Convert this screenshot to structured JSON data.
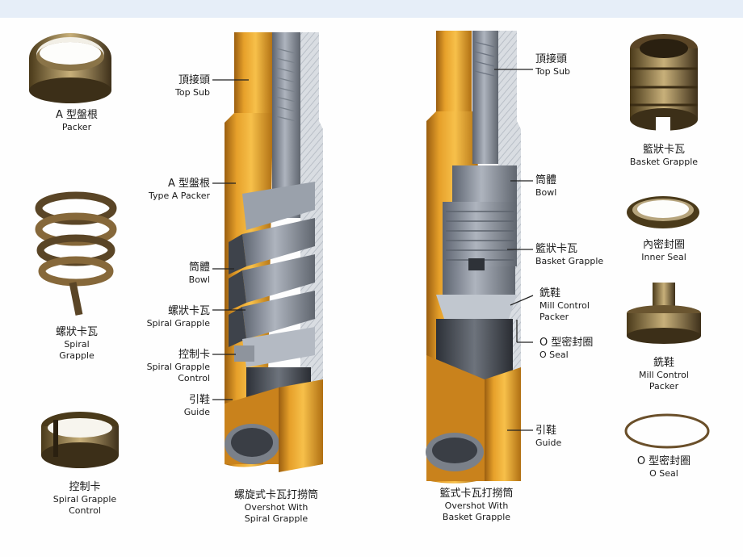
{
  "parts_left": [
    {
      "zh": "A 型盤根",
      "en": [
        "Packer"
      ]
    },
    {
      "zh": "螺狀卡瓦",
      "en": [
        "Spiral",
        "Grapple"
      ]
    },
    {
      "zh": "控制卡",
      "en": [
        "Spiral Grapple",
        "Control"
      ]
    }
  ],
  "overshot_spiral": {
    "title_zh": "螺旋式卡瓦打撈筒",
    "title_en": [
      "Overshot With",
      "Spiral Grapple"
    ],
    "callouts": [
      {
        "zh": "頂接頭",
        "en": [
          "Top Sub"
        ]
      },
      {
        "zh": "A 型盤根",
        "en": [
          "Type A Packer"
        ]
      },
      {
        "zh": "筒體",
        "en": [
          "Bowl"
        ]
      },
      {
        "zh": "螺狀卡瓦",
        "en": [
          "Spiral Grapple"
        ]
      },
      {
        "zh": "控制卡",
        "en": [
          "Spiral Grapple",
          "Control"
        ]
      },
      {
        "zh": "引鞋",
        "en": [
          "Guide"
        ]
      }
    ]
  },
  "overshot_basket": {
    "title_zh": "籃式卡瓦打撈筒",
    "title_en": [
      "Overshot With",
      "Basket Grapple"
    ],
    "callouts": [
      {
        "zh": "頂接頭",
        "en": [
          "Top Sub"
        ]
      },
      {
        "zh": "筒體",
        "en": [
          "Bowl"
        ]
      },
      {
        "zh": "籃狀卡瓦",
        "en": [
          "Basket Grapple"
        ]
      },
      {
        "zh": "銑鞋",
        "en": [
          "Mill Control",
          "Packer"
        ]
      },
      {
        "zh": "O 型密封圈",
        "en": [
          "O Seal"
        ]
      },
      {
        "zh": "引鞋",
        "en": [
          "Guide"
        ]
      }
    ]
  },
  "parts_right": [
    {
      "zh": "籃狀卡瓦",
      "en": [
        "Basket Grapple"
      ]
    },
    {
      "zh": "內密封圈",
      "en": [
        "Inner Seal"
      ]
    },
    {
      "zh": "銑鞋",
      "en": [
        "Mill Control",
        "Packer"
      ]
    },
    {
      "zh": "O 型密封圈",
      "en": [
        "O Seal"
      ]
    }
  ]
}
